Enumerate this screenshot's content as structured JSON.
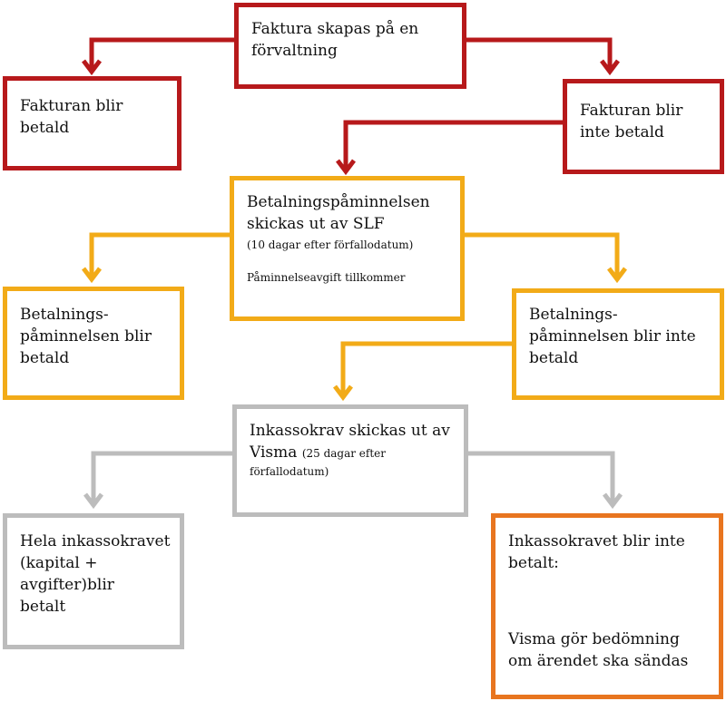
{
  "colors": {
    "red": "#b7191b",
    "yellow": "#f2ab18",
    "gray": "#bcbcbc",
    "orange": "#e8751f"
  },
  "nodes": {
    "invoice_created": {
      "line1": "Faktura skapas på en",
      "line2": "förvaltning"
    },
    "invoice_paid": {
      "line1": "Fakturan blir",
      "line2": "betald"
    },
    "invoice_unpaid": {
      "line1": "Fakturan blir",
      "line2": "inte betald"
    },
    "reminder_sent": {
      "line1": "Betalningspåminnelsen",
      "line2": "skickas ut av SLF",
      "note1": "(10 dagar efter förfallodatum)",
      "note2": "Påminnelseavgift tillkommer"
    },
    "reminder_paid": {
      "line1": "Betalnings-",
      "line2": "påminnelsen blir",
      "line3": "betald"
    },
    "reminder_unpaid": {
      "line1": "Betalnings-",
      "line2": "påminnelsen blir inte",
      "line3": "betald"
    },
    "collection_sent": {
      "line1": "Inkassokrav skickas ut av",
      "line2": "Visma",
      "note1": "(25 dagar efter",
      "note2": "förfallodatum)"
    },
    "collection_paid": {
      "line1": "Hela inkassokravet",
      "line2": "(kapital +",
      "line3": "avgifter)blir",
      "line4": "betalt"
    },
    "collection_unpaid": {
      "line1": "Inkassokravet blir inte",
      "line2": "betalt:",
      "line3": "Visma gör bedömning",
      "line4": "om ärendet ska sändas"
    }
  }
}
